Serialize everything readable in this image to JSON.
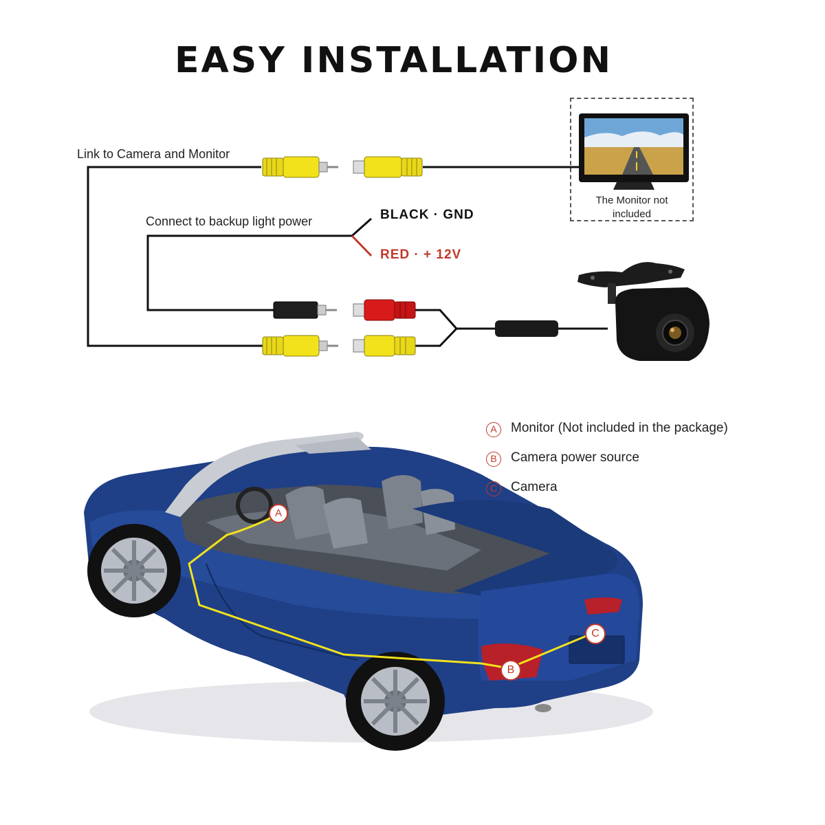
{
  "title": "EASY INSTALLATION",
  "wiring": {
    "video_link_label": "Link to Camera and Monitor",
    "power_label": "Connect to backup light power",
    "black_wire": "BLACK · GND",
    "red_wire": "RED · + 12V",
    "monitor_note": "The Monitor not included"
  },
  "legend": [
    {
      "badge": "A",
      "text": "Monitor (Not included in the package)"
    },
    {
      "badge": "B",
      "text": "Camera power source"
    },
    {
      "badge": "C",
      "text": "Camera"
    }
  ],
  "car_markers": {
    "a": "A",
    "b": "B",
    "c": "C"
  },
  "colors": {
    "video_connector": "#f2e21c",
    "power_connector_red": "#d91a1a",
    "ground_connector": "#1a1a1a",
    "car_body": "#1f3f86",
    "marker_ring": "#c0392b",
    "cable_route": "#f2e21c"
  }
}
